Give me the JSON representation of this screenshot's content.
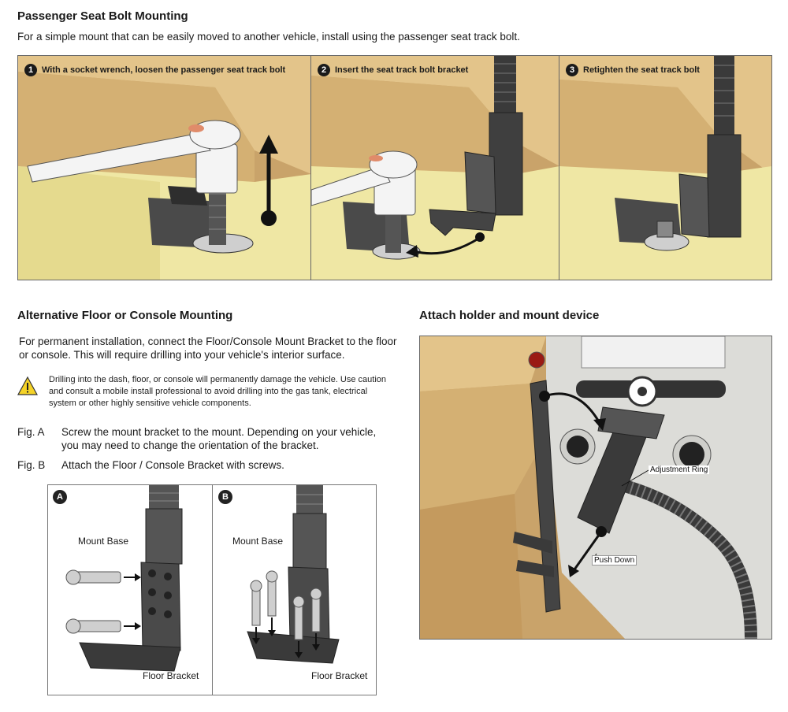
{
  "section1": {
    "title": "Passenger Seat Bolt Mounting",
    "subtitle": "For a simple mount that can be easily moved to another vehicle, install using the passenger seat track bolt.",
    "steps": [
      {
        "num": "1",
        "label": "With a socket wrench, loosen the passenger seat track bolt"
      },
      {
        "num": "2",
        "label": "Insert the seat track bolt bracket"
      },
      {
        "num": "3",
        "label": "Retighten the seat track bolt"
      }
    ]
  },
  "section2": {
    "title": "Alternative Floor or Console Mounting",
    "intro": "For permanent installation, connect the Floor/Console Mount Bracket to the floor or console. This will require drilling into your vehicle's interior surface.",
    "warning": "Drilling into the dash, floor, or console will permanently damage the vehicle. Use caution and consult a mobile install professional to avoid drilling into the gas tank, electrical system or other highly sensitive vehicle components.",
    "figs": [
      {
        "key": "Fig. A",
        "text": "Screw the mount bracket to the mount. Depending on your vehicle, you may need to change the orientation of the bracket."
      },
      {
        "key": "Fig. B",
        "text": "Attach the Floor / Console Bracket with screws."
      }
    ],
    "diagram": {
      "a_letter": "A",
      "b_letter": "B",
      "mount_base": "Mount Base",
      "floor_bracket": "Floor Bracket"
    }
  },
  "section3": {
    "title": "Attach holder and mount device",
    "adjustment_ring": "Adjustment Ring",
    "push_down": "Push Down"
  },
  "icons": {
    "warning": "warning-triangle-icon"
  },
  "colors": {
    "tan": "#c9a36a",
    "tan_light": "#e3c48a",
    "floor": "#efe7a4",
    "metal": "#3a3a3a"
  }
}
